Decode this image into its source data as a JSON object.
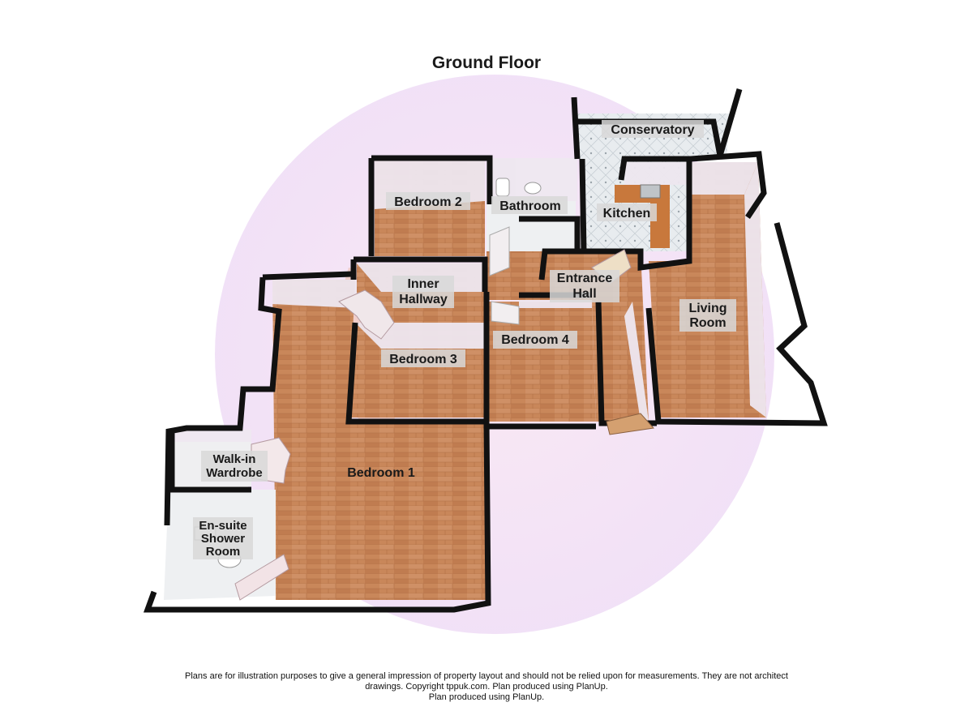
{
  "plan": {
    "title": "Ground Floor",
    "rooms": {
      "conservatory": "Conservatory",
      "bedroom2": "Bedroom 2",
      "bathroom": "Bathroom",
      "kitchen": "Kitchen",
      "inner_hallway_1": "Inner",
      "inner_hallway_2": "Hallway",
      "entrance_hall_1": "Entrance",
      "entrance_hall_2": "Hall",
      "living_room_1": "Living",
      "living_room_2": "Room",
      "bedroom3": "Bedroom 3",
      "bedroom4": "Bedroom 4",
      "walkin_1": "Walk-in",
      "walkin_2": "Wardrobe",
      "bedroom1": "Bedroom 1",
      "ensuite_1": "En-suite",
      "ensuite_2": "Shower",
      "ensuite_3": "Room"
    }
  },
  "disclaimer": {
    "line1": "Plans are for illustration purposes to give a general impression of property layout and should not be relied upon for measurements. They are not architect",
    "line2": "drawings. Copyright tppuk.com. Plan produced using PlanUp.",
    "line3": "Plan produced using PlanUp."
  },
  "colors": {
    "wall": "#111111",
    "wood_floor": "#c9875a",
    "tile_floor": "#e6ebef",
    "wall_face": "#ece6ef",
    "label_bg": "#dcdcdc"
  }
}
